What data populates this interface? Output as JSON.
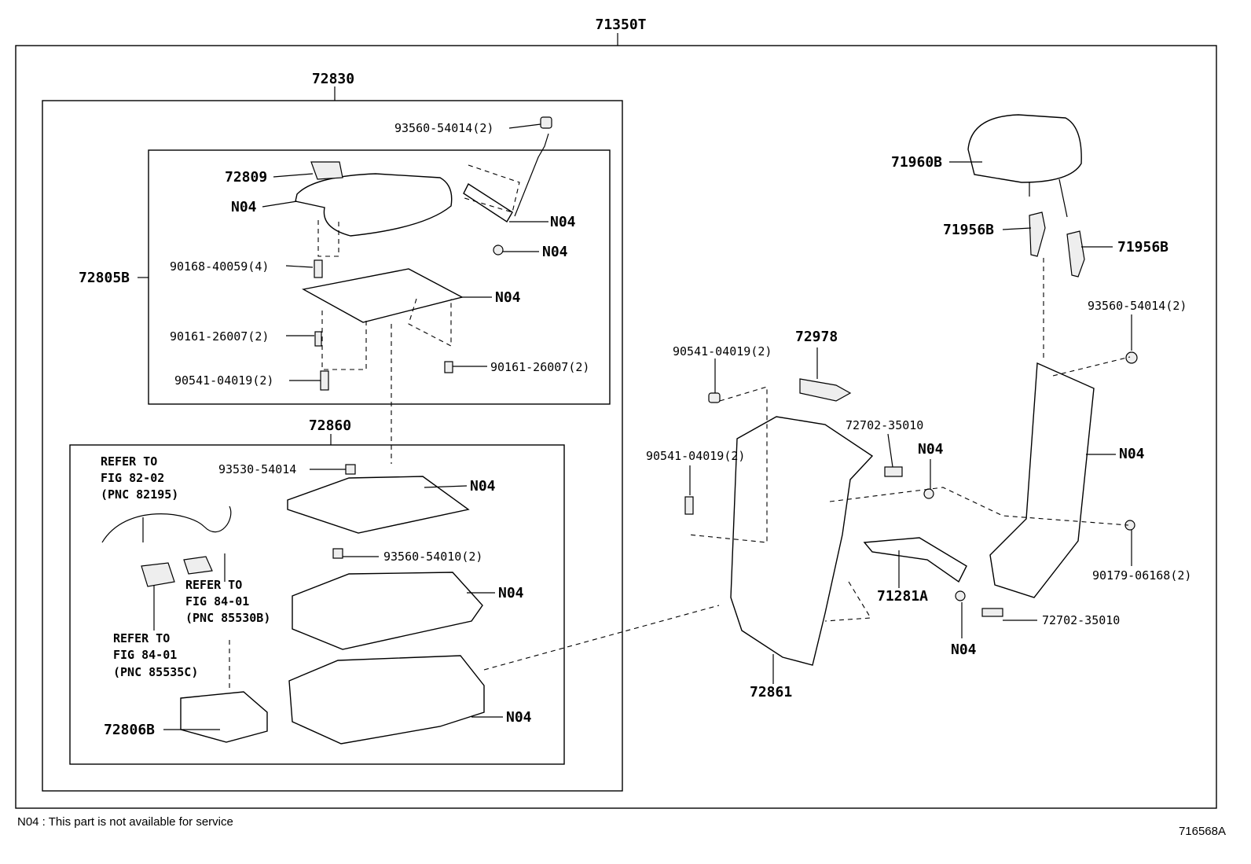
{
  "diagram": {
    "main_assembly": "71350T",
    "sub_assembly_left": "72830",
    "sub_assembly_lid": "72805B",
    "sub_assembly_box": "72860",
    "labels": {
      "l1": "93560-54014(2)",
      "l2": "72809",
      "l3": "N04",
      "l4": "N04",
      "l5": "N04",
      "l6": "90168-40059(4)",
      "l7": "N04",
      "l8": "90161-26007(2)",
      "l9": "90161-26007(2)",
      "l10": "90541-04019(2)",
      "l11": "93530-54014",
      "l12": "N04",
      "l13": "93560-54010(2)",
      "l14": "N04",
      "l15": "N04",
      "l16": "72806B",
      "l17": "71960B",
      "l18": "71956B",
      "l19": "71956B",
      "l20": "93560-54014(2)",
      "l21": "N04",
      "l22": "90179-06168(2)",
      "l23": "72702-35010",
      "l24": "N04",
      "l25": "72978",
      "l26": "90541-04019(2)",
      "l27": "90541-04019(2)",
      "l28": "72702-35010",
      "l29": "N04",
      "l30": "71281A",
      "l31": "72861"
    },
    "refs": {
      "r1a": "REFER TO",
      "r1b": "FIG 82-02",
      "r1c": "(PNC 82195)",
      "r2a": "REFER TO",
      "r2b": "FIG 84-01",
      "r2c": "(PNC 85530B)",
      "r3a": "REFER TO",
      "r3b": "FIG 84-01",
      "r3c": "(PNC 85535C)"
    },
    "footnote": "N04 : This part is not available for service",
    "figure_code": "716568A"
  }
}
